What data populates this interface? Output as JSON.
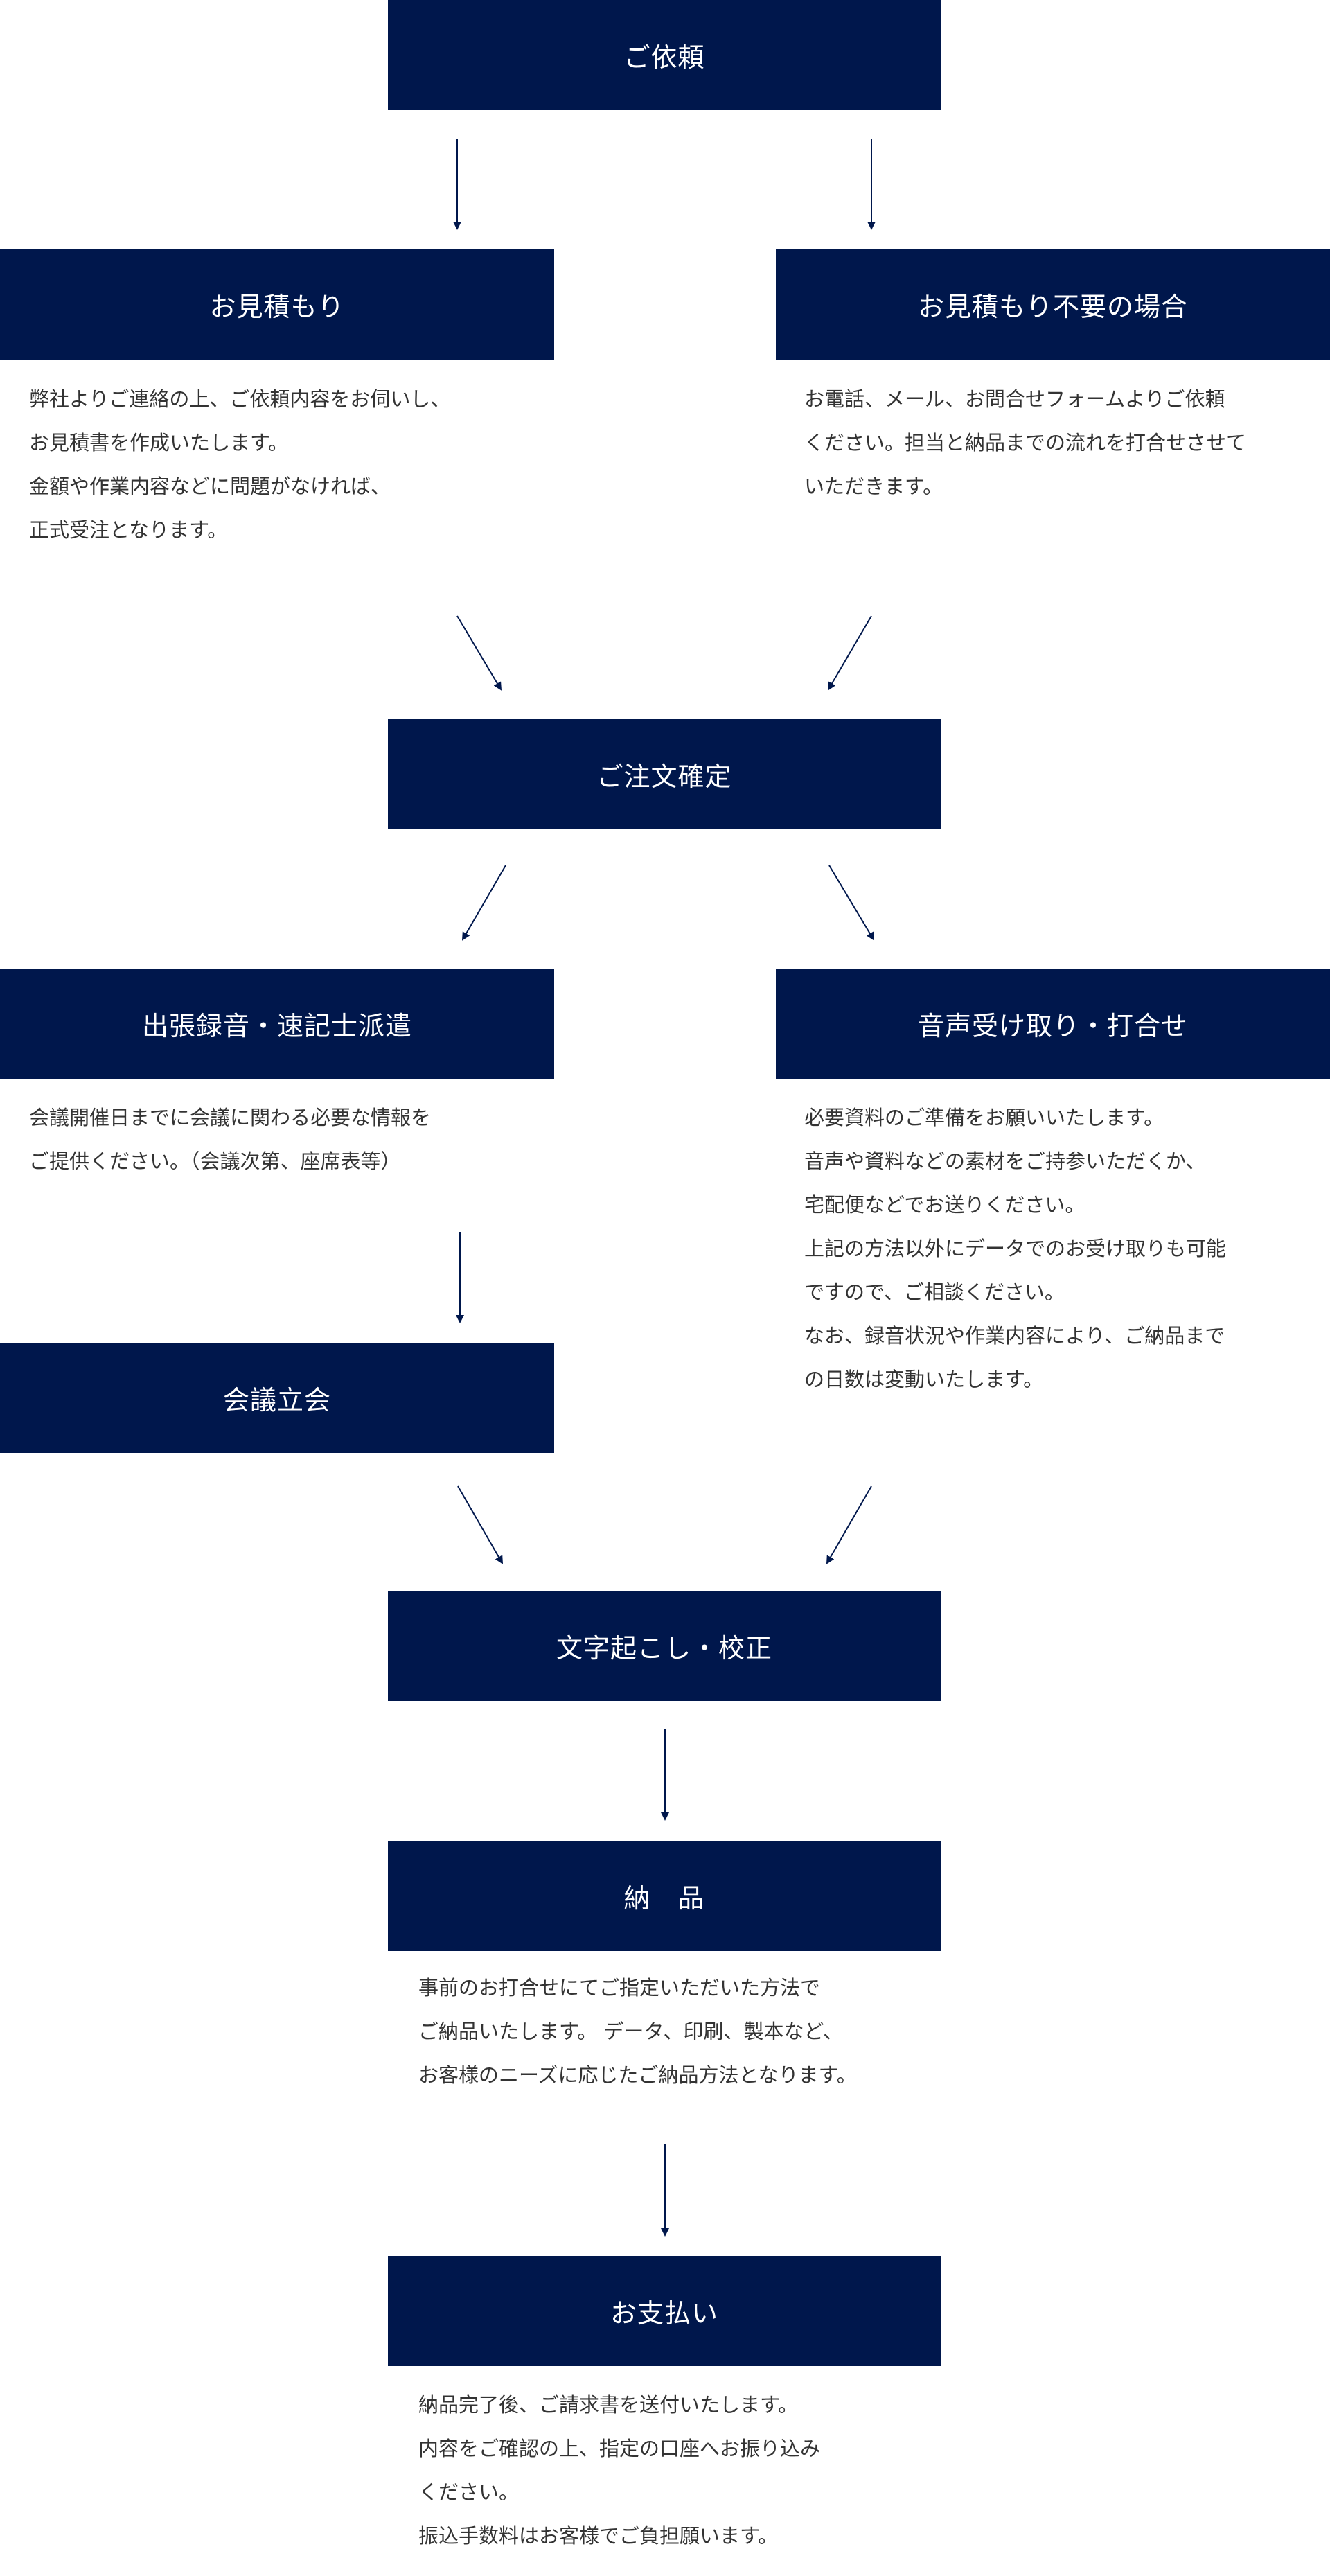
{
  "colors": {
    "accent": "#00174c",
    "text": "#333333"
  },
  "steps": {
    "request": {
      "title": "ご依頼"
    },
    "estimate": {
      "title": "お見積もり",
      "lines": [
        "弊社よりご連絡の上、ご依頼内容をお伺いし、",
        "お見積書を作成いたします。",
        "金額や作業内容などに問題がなければ、",
        "正式受注となります。"
      ]
    },
    "no_estimate": {
      "title": "お見積もり不要の場合",
      "lines": [
        "お電話、メール、お問合せフォームよりご依頼",
        "ください。担当と納品までの流れを打合せさせて",
        "いただきます。"
      ]
    },
    "order": {
      "title": "ご注文確定"
    },
    "dispatch": {
      "title": "出張録音・速記士派遣",
      "lines": [
        "会議開催日までに会議に関わる必要な情報を",
        "ご提供ください。（会議次第、座席表等）"
      ]
    },
    "receive": {
      "title": "音声受け取り・打合せ",
      "lines": [
        "必要資料のご準備をお願いいたします。",
        "音声や資料などの素材をご持参いただくか、",
        "宅配便などでお送りください。",
        "上記の方法以外にデータでのお受け取りも可能",
        "ですので、ご相談ください。",
        "なお、録音状況や作業内容により、ご納品まで",
        "の日数は変動いたします。"
      ]
    },
    "attend": {
      "title": "会議立会"
    },
    "transcribe": {
      "title": "文字起こし・校正"
    },
    "delivery": {
      "title": "納　品",
      "lines": [
        "事前のお打合せにてご指定いただいた方法で",
        "ご納品いたします。 データ、印刷、製本など、",
        "お客様のニーズに応じたご納品方法となります。"
      ]
    },
    "payment": {
      "title": "お支払い",
      "lines": [
        "納品完了後、ご請求書を送付いたします。",
        "内容をご確認の上、指定の口座へお振り込み",
        "ください。",
        "振込手数料はお客様でご負担願います。"
      ]
    }
  }
}
